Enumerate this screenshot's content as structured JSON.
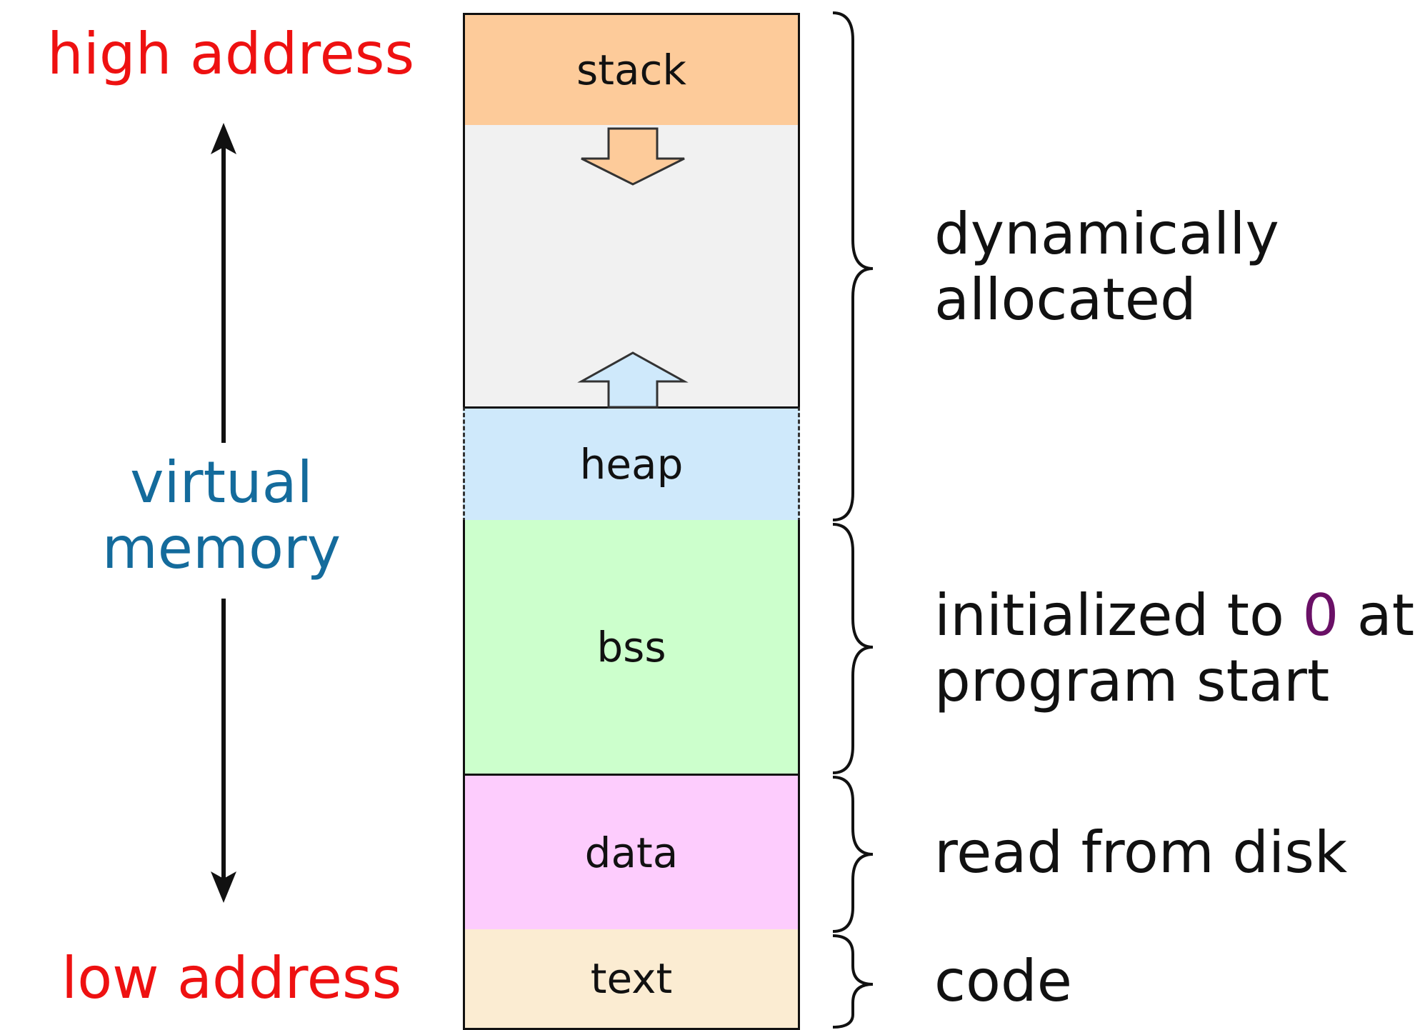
{
  "left": {
    "high_label": "high address",
    "low_label": "low address",
    "axis_label_line1": "virtual",
    "axis_label_line2": "memory"
  },
  "segments": {
    "stack": {
      "label": "stack",
      "color": "#fdcb9a"
    },
    "free": {
      "color": "#f1f1f1"
    },
    "heap": {
      "label": "heap",
      "color": "#cfe9fb"
    },
    "bss": {
      "label": "bss",
      "color": "#ccffcc"
    },
    "data": {
      "label": "data",
      "color": "#fdccfd"
    },
    "text": {
      "label": "text",
      "color": "#fbecd2"
    }
  },
  "right": {
    "dynamic_line1": "dynamically",
    "dynamic_line2": "allocated",
    "bss_line1_pre": "initialized to ",
    "bss_zero": "0",
    "bss_line1_post": " at",
    "bss_line2": "program start",
    "data_label": "read from disk",
    "text_label": "code"
  },
  "colors": {
    "address_red": "#ee1111",
    "memory_blue": "#146b9c",
    "zero_purple": "#6a1066",
    "stack_arrow": "#fdcb9a",
    "heap_arrow": "#cfe9fb"
  }
}
